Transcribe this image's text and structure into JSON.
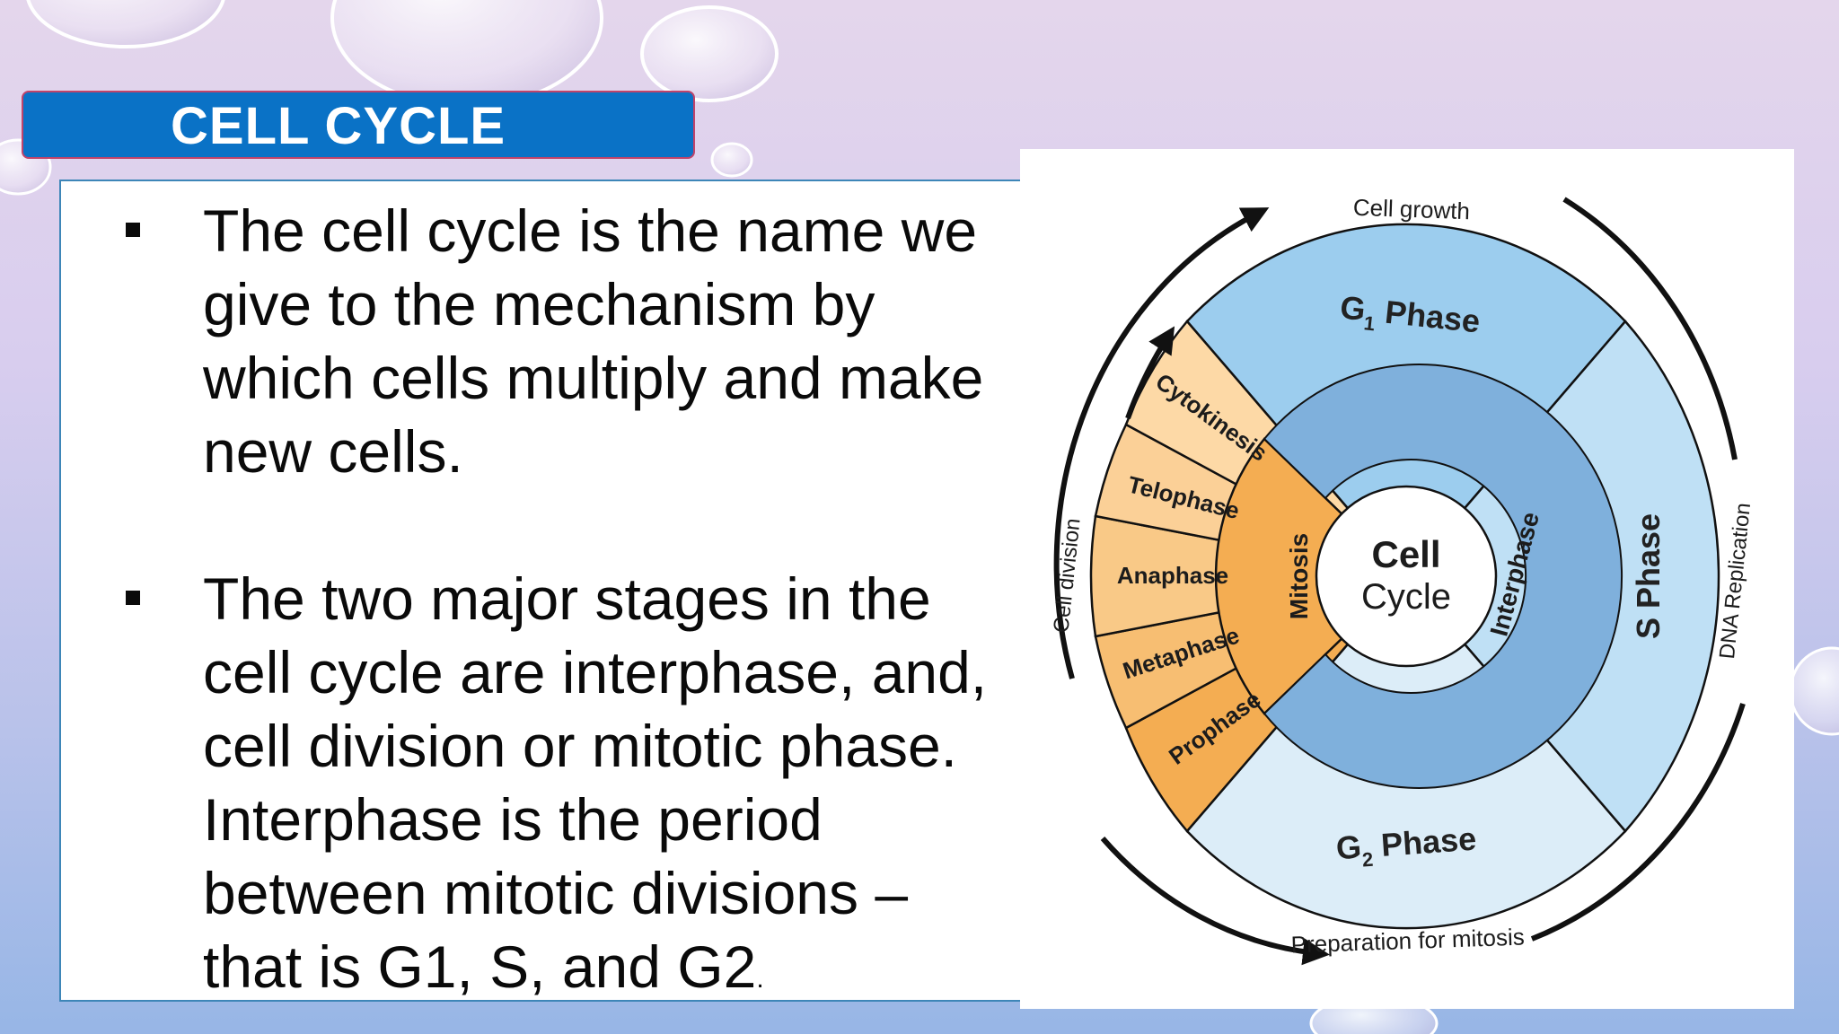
{
  "title": "CELL CYCLE",
  "bullets": [
    {
      "text": "The cell cycle is the name we give to the mechanism by which cells multiply and make new cells.",
      "trail": ""
    },
    {
      "text": "The two major stages in the cell cycle are interphase, and, cell division or mitotic phase. Interphase is the period between mitotic divisions – that is G1, S, and G2",
      "trail": "."
    }
  ],
  "diagram": {
    "center": {
      "line1": "Cell",
      "line2": "Cycle"
    },
    "phases": {
      "g1": "G",
      "g1_sub": "1",
      "g1_rest": " Phase",
      "s": "S Phase",
      "g2": "G",
      "g2_sub": "2",
      "g2_rest": " Phase"
    },
    "ring": {
      "interphase": "Interphase",
      "mitosis": "Mitosis"
    },
    "mitosis_stages": [
      "Cytokinesis",
      "Telophase",
      "Anaphase",
      "Metaphase",
      "Prophase"
    ],
    "outer_labels": {
      "top": "Cell growth",
      "right": "DNA Replication",
      "bottom": "Preparation for mitosis",
      "left": "Cell division"
    },
    "colors": {
      "g1": "#9ccdee",
      "s": "#bfe0f5",
      "g2": "#dcedf8",
      "interphase_ring": "#7fb0dc",
      "mitosis_light": "#fcd29a",
      "mitosis_dark": "#f4ad52",
      "title_bar": "#0a72c6"
    }
  }
}
